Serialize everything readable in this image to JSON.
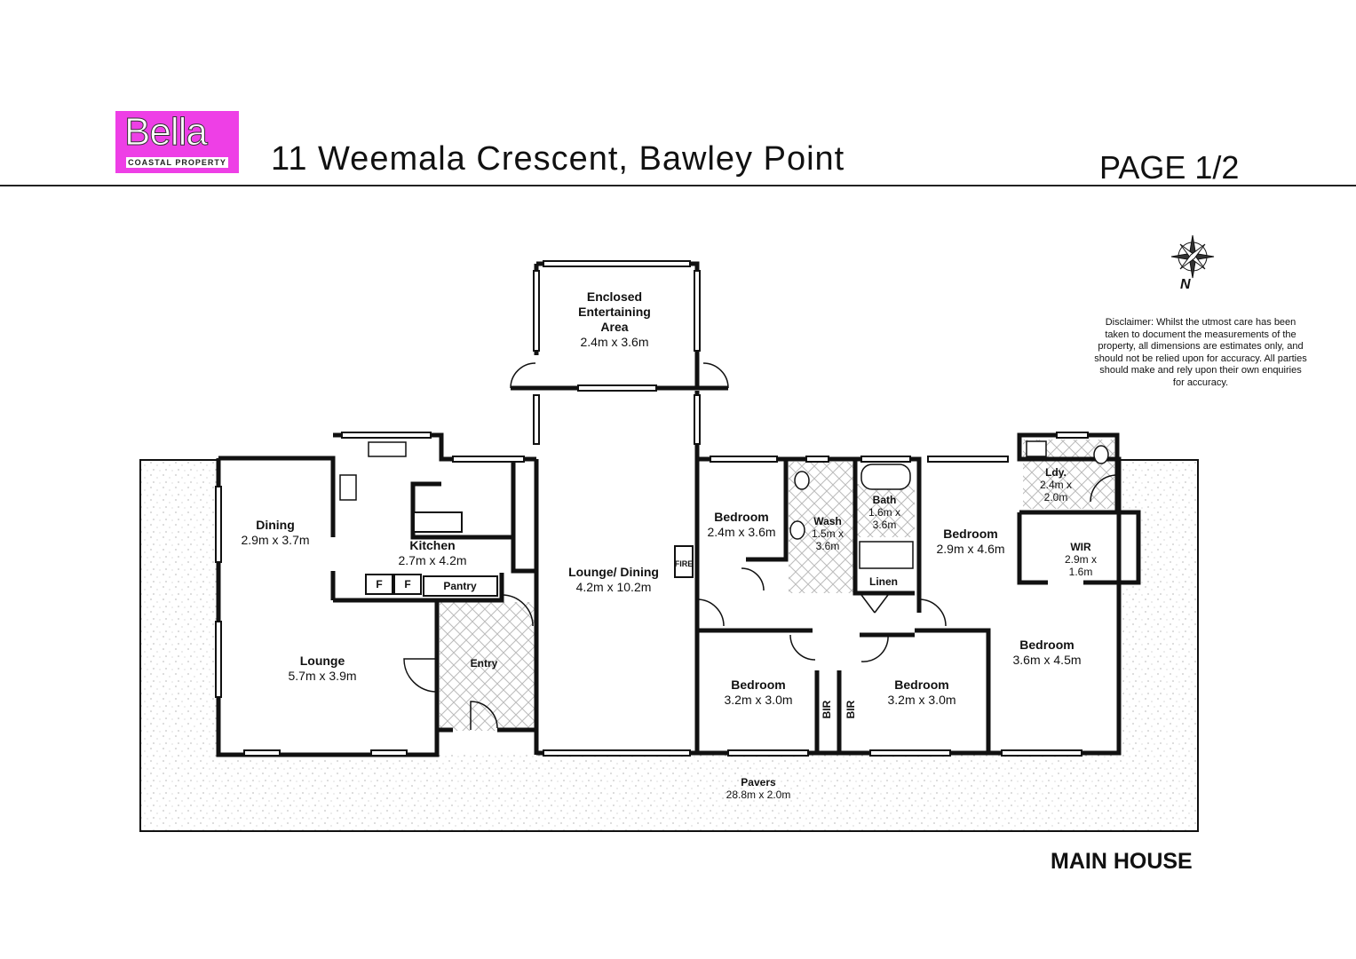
{
  "header": {
    "logo_main": "Bella",
    "logo_sub": "COASTAL PROPERTY",
    "address": "11 Weemala Crescent, Bawley Point",
    "page": "PAGE 1/2"
  },
  "compass": {
    "north": "N"
  },
  "disclaimer": "Disclaimer: Whilst the utmost care has been taken to document the measurements of the property, all dimensions are estimates only, and should not be relied upon for accuracy. All parties should make and rely upon their own enquiries for accuracy.",
  "footer": {
    "title": "MAIN HOUSE"
  },
  "colors": {
    "brand": "#ee3fe6",
    "wall": "#111111",
    "pavers": "#f2f2f2"
  },
  "rooms": [
    {
      "name": "Enclosed Entertaining Area",
      "line1": "Enclosed",
      "line2": "Entertaining",
      "line3": "Area",
      "size": "2.4m x 3.6m"
    },
    {
      "name": "Dining",
      "size": "2.9m x 3.7m"
    },
    {
      "name": "Kitchen",
      "size": "2.7m x 4.2m"
    },
    {
      "name": "Lounge/ Dining",
      "size": "4.2m x 10.2m"
    },
    {
      "name": "Lounge",
      "size": "5.7m x 3.9m"
    },
    {
      "name": "Entry"
    },
    {
      "name": "Pantry"
    },
    {
      "name": "Bedroom",
      "size": "2.4m x 3.6m"
    },
    {
      "name": "Wash",
      "size1": "1.5m x",
      "size2": "3.6m"
    },
    {
      "name": "Bath",
      "size1": "1.6m x",
      "size2": "3.6m"
    },
    {
      "name": "Linen"
    },
    {
      "name": "Bedroom",
      "size": "2.9m x 4.6m"
    },
    {
      "name": "Ldy.",
      "size1": "2.4m x",
      "size2": "2.0m"
    },
    {
      "name": "WIR",
      "size1": "2.9m x",
      "size2": "1.6m"
    },
    {
      "name": "Bedroom",
      "size": "3.6m x 4.5m"
    },
    {
      "name": "Bedroom",
      "size": "3.2m x 3.0m"
    },
    {
      "name": "Bedroom",
      "size": "3.2m x 3.0m"
    },
    {
      "name": "Pavers",
      "size": "28.8m x 2.0m"
    }
  ],
  "fixtures": {
    "fire": "FIRE",
    "fridge": "F",
    "bir": "BIR"
  }
}
